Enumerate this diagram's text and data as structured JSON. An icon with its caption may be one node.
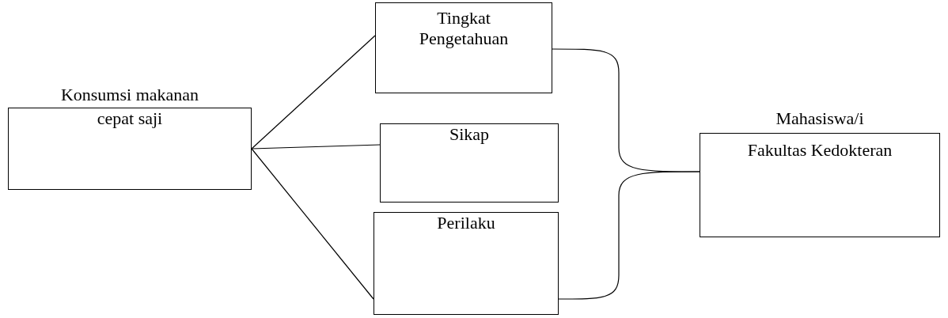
{
  "diagram": {
    "nodes": [
      {
        "text": [
          "Konsumsi makanan",
          "cepat saji"
        ]
      },
      {
        "text": [
          "Tingkat Pengetahuan"
        ]
      },
      {
        "text": [
          "Sikap"
        ]
      },
      {
        "text": [
          "Perilaku"
        ]
      },
      {
        "text": [
          "Mahasiswa/i",
          "Fakultas Kedokteran"
        ]
      }
    ],
    "edges": [
      {
        "from": 0,
        "to": 1,
        "arrow": "none"
      },
      {
        "from": 0,
        "to": 2,
        "arrow": "none"
      },
      {
        "from": 0,
        "to": 3,
        "arrow": "none"
      },
      {
        "from": 1,
        "to": 4,
        "arrow": "none"
      },
      {
        "from": 3,
        "to": 4,
        "arrow": "none"
      }
    ]
  }
}
